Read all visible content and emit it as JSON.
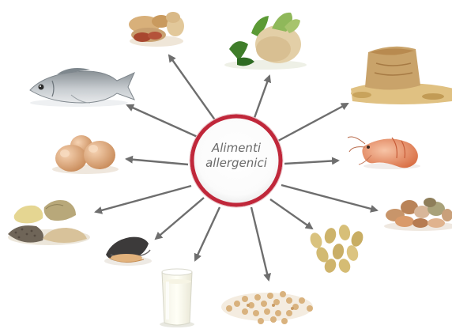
{
  "center": {
    "line1": "Alimenti",
    "line2": "allergenici"
  },
  "colors": {
    "ring": "#c0273a",
    "arrow": "#6e6e6e",
    "background": "#ffffff"
  },
  "foods": [
    "peanuts",
    "celery",
    "cereals-sack",
    "shrimp",
    "nuts",
    "almonds",
    "soy-beans",
    "milk",
    "mussel",
    "seeds-and-flour",
    "eggs",
    "fish"
  ]
}
